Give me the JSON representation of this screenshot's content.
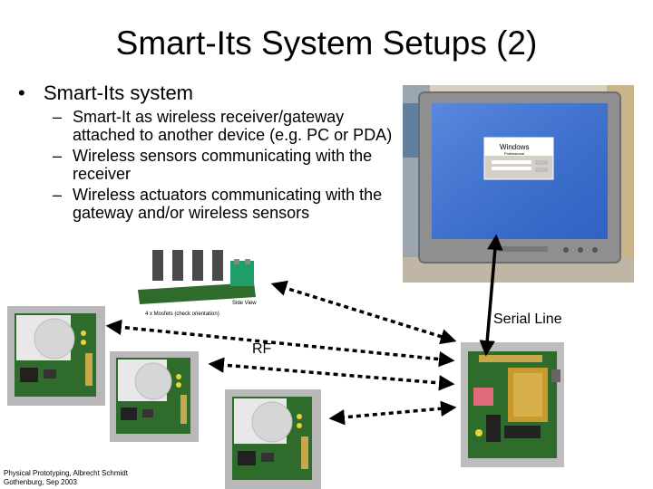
{
  "slide": {
    "title": "Smart-Its System Setups (2)",
    "bullet_main": "Smart-Its system",
    "sub_bullets": [
      "Smart-It as wireless receiver/gateway attached to another device (e.g. PC or PDA)",
      "Wireless sensors communicating with the receiver",
      "Wireless actuators communicating with the gateway and/or wireless sensors"
    ],
    "bullet_symbol": "•",
    "dash_symbol": "–"
  },
  "labels": {
    "serial_line": "Serial Line",
    "rf": "RF",
    "mosfet_caption": "4 x Mosfets (check orientation)",
    "side_view": "Side View",
    "screen_brand": "Windows",
    "screen_edition": "Professional"
  },
  "footer": {
    "line1": "Physical Prototyping, Albrecht Schmidt",
    "line2": "Gothenburg, Sep 2003"
  },
  "colors": {
    "pcb_green": "#2f6b2a",
    "arrow": "#000000",
    "monitor_frame": "#8f8f8f",
    "screen_blue": "#3a6fd0"
  }
}
